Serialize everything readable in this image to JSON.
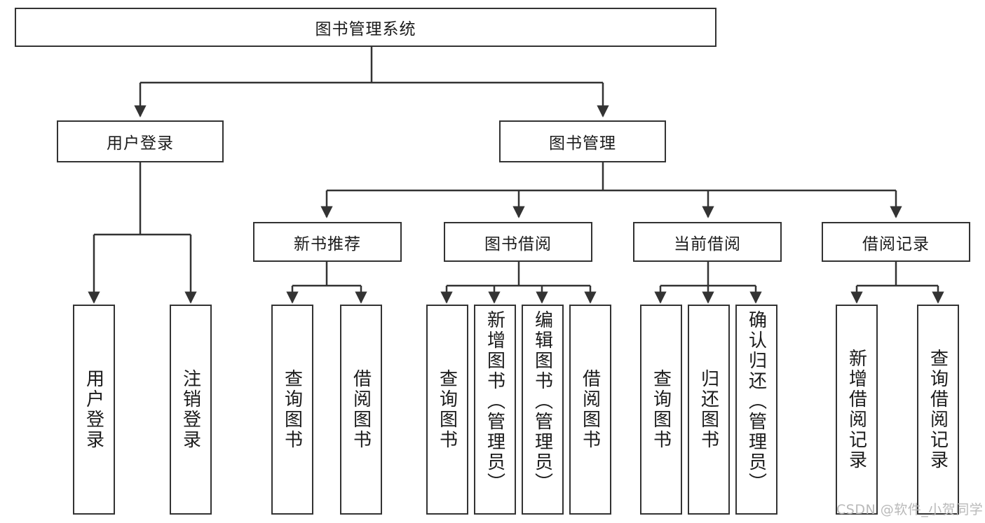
{
  "diagram": {
    "title": "图书管理系统",
    "type": "tree-hierarchy",
    "root": {
      "label": "图书管理系统"
    },
    "level2": [
      {
        "label": "用户登录"
      },
      {
        "label": "图书管理"
      }
    ],
    "level3": [
      {
        "label": "新书推荐"
      },
      {
        "label": "图书借阅"
      },
      {
        "label": "当前借阅"
      },
      {
        "label": "借阅记录"
      }
    ],
    "leaves": {
      "user_login": [
        {
          "label": "用户登录"
        },
        {
          "label": "注销登录"
        }
      ],
      "new_book_recommend": [
        {
          "label": "查询图书"
        },
        {
          "label": "借阅图书"
        }
      ],
      "book_borrow": [
        {
          "label": "查询图书"
        },
        {
          "label": "新增图书（管理员）"
        },
        {
          "label": "编辑图书（管理员）"
        },
        {
          "label": "借阅图书"
        }
      ],
      "current_borrow": [
        {
          "label": "查询图书"
        },
        {
          "label": "归还图书"
        },
        {
          "label": "确认归还（管理员）"
        }
      ],
      "borrow_record": [
        {
          "label": "新增借阅记录"
        },
        {
          "label": "查询借阅记录"
        }
      ]
    }
  },
  "watermark": {
    "text": "CSDN @软件_小贺同学"
  },
  "colors": {
    "stroke": "#333333",
    "text": "#1b1b1b",
    "background": "#ffffff",
    "watermark": "#b9b9b9"
  }
}
